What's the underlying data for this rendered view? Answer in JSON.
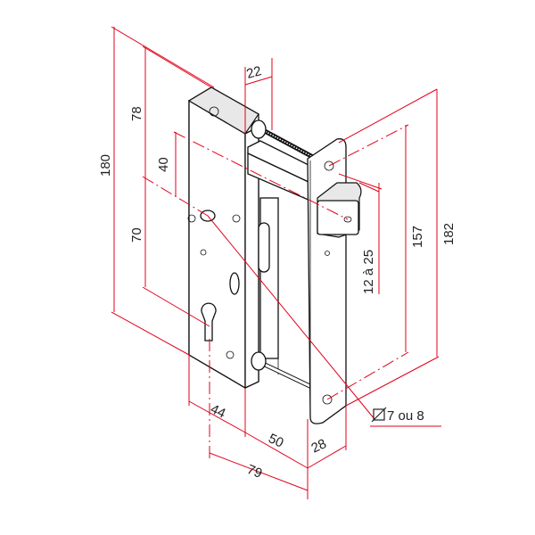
{
  "diagram": {
    "title": "Mortise lock dimension drawing",
    "accent_color": "#e2001a",
    "dimensions": {
      "total_height": "180",
      "top_to_follower": "78",
      "follower_to_latch": "40",
      "follower_to_cylinder": "70",
      "case_depth_top": "22",
      "faceplate_screw_spacing": "157",
      "faceplate_height": "182",
      "latch_range": "12 à 25",
      "backset": "44",
      "case_width": "50",
      "faceplate_width": "28",
      "overall_depth": "79",
      "spindle": "7 ou 8"
    },
    "icons": {
      "spindle_symbol": "square-diameter-icon"
    }
  }
}
